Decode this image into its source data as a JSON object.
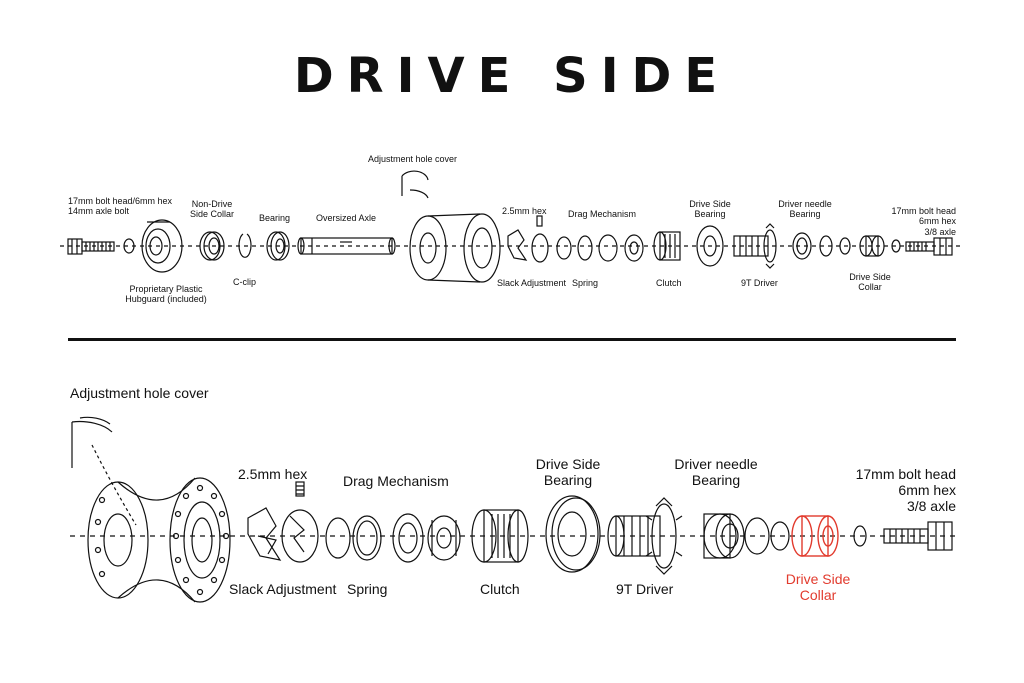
{
  "title": "DRIVE SIDE",
  "top": {
    "labels": {
      "bolt_left": "17mm bolt head/6mm hex\n14mm axle bolt",
      "non_drive_collar": "Non-Drive\nSide Collar",
      "hubguard": "Proprietary Plastic\nHubguard (included)",
      "bearing": "Bearing",
      "cclip": "C-clip",
      "oversized_axle": "Oversized Axle",
      "adjustment_hole_cover": "Adjustment hole cover",
      "hex": "2.5mm hex",
      "slack_adjustment": "Slack Adjustment",
      "drag_mechanism": "Drag Mechanism",
      "spring": "Spring",
      "clutch": "Clutch",
      "drive_side_bearing": "Drive Side\nBearing",
      "driver_9t": "9T Driver",
      "driver_needle_bearing": "Driver needle\nBearing",
      "drive_side_collar": "Drive Side\nCollar",
      "bolt_right": "17mm bolt head\n6mm hex\n3/8 axle"
    }
  },
  "bottom": {
    "labels": {
      "adjustment_hole_cover": "Adjustment hole cover",
      "hex": "2.5mm hex",
      "drag_mechanism": "Drag Mechanism",
      "drive_side_bearing": "Drive Side\nBearing",
      "driver_needle_bearing": "Driver needle\nBearing",
      "bolt_right": "17mm bolt head\n6mm hex\n3/8 axle",
      "slack_adjustment": "Slack Adjustment",
      "spring": "Spring",
      "clutch": "Clutch",
      "driver_9t": "9T Driver",
      "drive_side_collar": "Drive Side\nCollar"
    }
  },
  "colors": {
    "highlight": "#e23b2e",
    "ink": "#111111"
  }
}
